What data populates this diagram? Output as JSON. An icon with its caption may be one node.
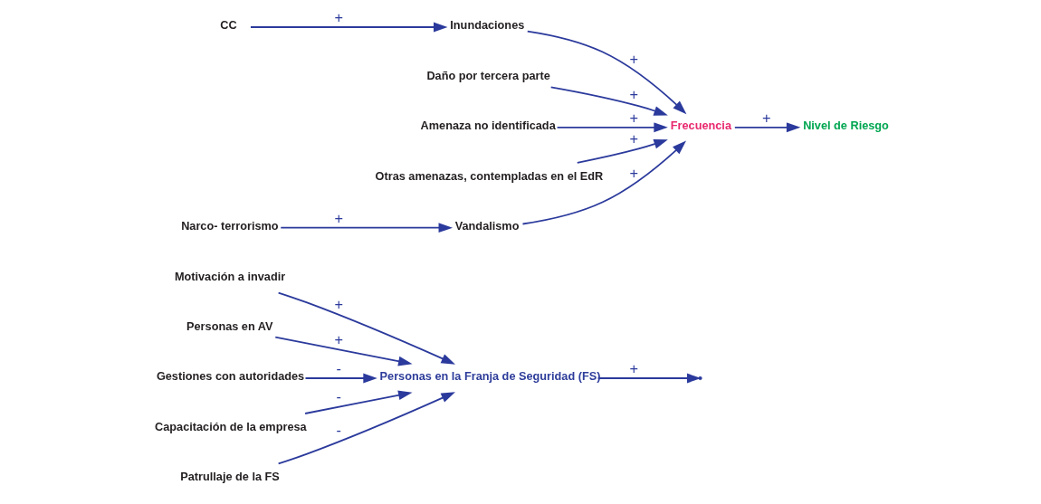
{
  "diagram": {
    "nodes": [
      {
        "text": [
          "Motivación a invadir"
        ]
      },
      {
        "text": [
          "Personas en AV"
        ]
      },
      {
        "text": [
          "Gestiones con autoridades"
        ]
      },
      {
        "text": [
          "Capacitación de la empresa"
        ]
      },
      {
        "text": [
          "Personas en la Franja de Seguridad (FS)"
        ]
      },
      {
        "text": [
          "Patrullaje de la FS"
        ]
      },
      {
        "text": [
          "CC"
        ]
      },
      {
        "text": [
          "Inundaciones"
        ]
      },
      {
        "text": [
          "Daño por tercera parte"
        ]
      },
      {
        "text": [
          "Amenaza no identificada"
        ]
      },
      {
        "text": [
          "Frecuencia"
        ]
      },
      {
        "text": [
          "Otras amenazas, contempladas en el EdR"
        ]
      },
      {
        "text": [
          "Nivel de Riesgo"
        ]
      },
      {
        "text": [
          "Vandalismo"
        ]
      },
      {
        "text": [
          "Narco- terrorismo"
        ]
      }
    ],
    "edges": [
      {
        "from": 1,
        "to": 4,
        "arrow": "to",
        "label": "+"
      },
      {
        "from": 0,
        "to": 4,
        "arrow": "to",
        "label": "+"
      },
      {
        "from": 2,
        "to": 4,
        "arrow": "to",
        "label": "-"
      },
      {
        "from": 3,
        "to": 4,
        "arrow": "to",
        "label": "-"
      },
      {
        "from": 5,
        "to": 4,
        "arrow": "to",
        "label": "-"
      },
      {
        "from": 4,
        "to": null,
        "arrow": "to",
        "label": "+"
      },
      {
        "from": 6,
        "to": 7,
        "arrow": "to",
        "label": "+"
      },
      {
        "from": 8,
        "to": 10,
        "arrow": "to",
        "label": "+"
      },
      {
        "from": 7,
        "to": 10,
        "arrow": "to",
        "label": "+"
      },
      {
        "from": 9,
        "to": 10,
        "arrow": "to",
        "label": "+"
      },
      {
        "from": 11,
        "to": 10,
        "arrow": "to",
        "label": "+"
      },
      {
        "from": 13,
        "to": 10,
        "arrow": "to",
        "label": "+"
      },
      {
        "from": 10,
        "to": 12,
        "arrow": "to",
        "label": "+"
      },
      {
        "from": 14,
        "to": 13,
        "arrow": "to",
        "label": "+"
      }
    ]
  }
}
